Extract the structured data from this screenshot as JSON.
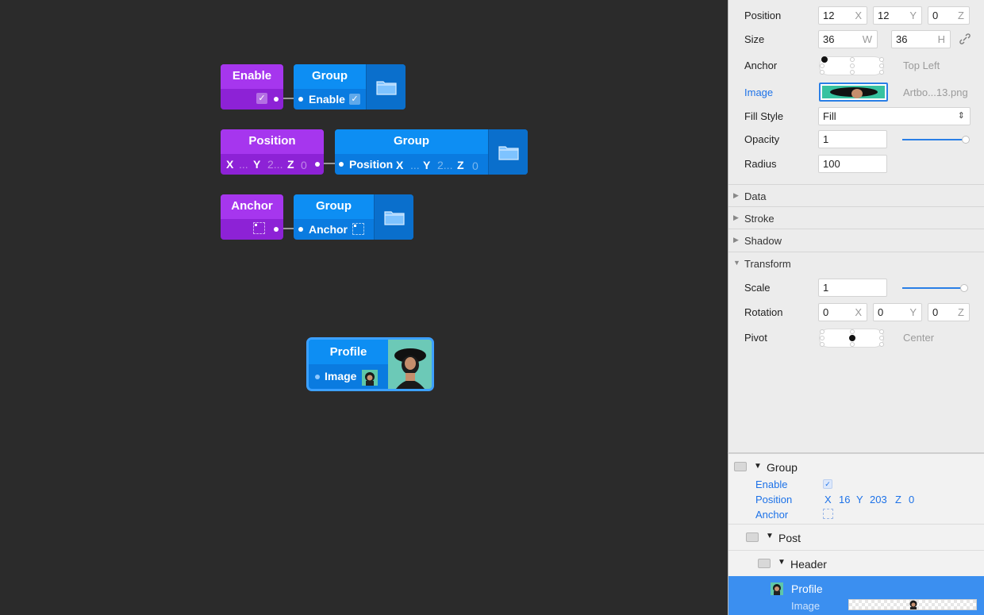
{
  "colors": {
    "canvas_bg": "#2b2b2b",
    "node_purple": "#a636ee",
    "node_blue": "#0d8ef3",
    "accent": "#1d72e8",
    "selection": "#3b8ff0"
  },
  "canvas": {
    "nodes": {
      "enable_src": {
        "title": "Enable"
      },
      "enable_group": {
        "title": "Group",
        "port_label": "Enable"
      },
      "position_src": {
        "title": "Position",
        "x_label": "X",
        "x_value": "...",
        "y_label": "Y",
        "y_value": "2...",
        "z_label": "Z",
        "z_value": "0"
      },
      "position_group": {
        "title": "Group",
        "port_label": "Position",
        "x_label": "X",
        "x_value": "...",
        "y_label": "Y",
        "y_value": "2...",
        "z_label": "Z",
        "z_value": "0"
      },
      "anchor_src": {
        "title": "Anchor"
      },
      "anchor_group": {
        "title": "Group",
        "port_label": "Anchor"
      },
      "profile": {
        "title": "Profile",
        "port_label": "Image"
      }
    }
  },
  "inspector": {
    "position": {
      "label": "Position",
      "x": "12",
      "x_suffix": "X",
      "y": "12",
      "y_suffix": "Y",
      "z": "0",
      "z_suffix": "Z"
    },
    "size": {
      "label": "Size",
      "w": "36",
      "w_suffix": "W",
      "h": "36",
      "h_suffix": "H"
    },
    "anchor": {
      "label": "Anchor",
      "value": "Top Left"
    },
    "image": {
      "label": "Image",
      "filename": "Artbo...13.png"
    },
    "fill_style": {
      "label": "Fill Style",
      "value": "Fill"
    },
    "opacity": {
      "label": "Opacity",
      "value": "1",
      "slider_fraction": 1.0
    },
    "radius": {
      "label": "Radius",
      "value": "100"
    },
    "sections": {
      "data": "Data",
      "stroke": "Stroke",
      "shadow": "Shadow",
      "transform": "Transform"
    },
    "scale": {
      "label": "Scale",
      "value": "1",
      "slider_fraction": 0.97
    },
    "rotation": {
      "label": "Rotation",
      "x": "0",
      "x_suffix": "X",
      "y": "0",
      "y_suffix": "Y",
      "z": "0",
      "z_suffix": "Z"
    },
    "pivot": {
      "label": "Pivot",
      "value": "Center"
    }
  },
  "layers": {
    "group": {
      "name": "Group",
      "props": {
        "enable": "Enable",
        "position": "Position",
        "pos_x_label": "X",
        "pos_x": "16",
        "pos_y_label": "Y",
        "pos_y": "203",
        "pos_z_label": "Z",
        "pos_z": "0",
        "anchor": "Anchor"
      }
    },
    "post": {
      "name": "Post"
    },
    "header": {
      "name": "Header"
    },
    "profile": {
      "name": "Profile",
      "prop": "Image"
    }
  }
}
